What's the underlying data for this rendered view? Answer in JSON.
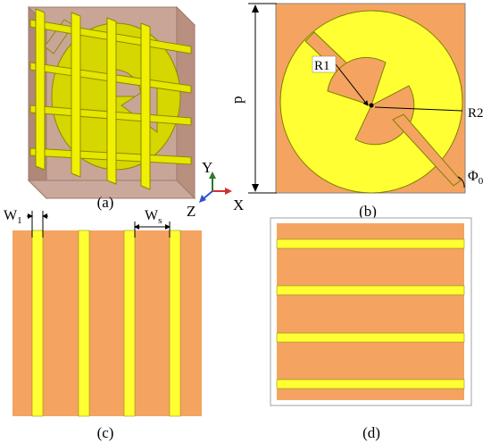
{
  "colors": {
    "substrate": "#F4A460",
    "metal": "#FFFF33",
    "substrate_3d": "#C7A08E",
    "metal_3d": "#D8D800",
    "frame": "#C0C0C0"
  },
  "captions": {
    "a": "(a)",
    "b": "(b)",
    "c": "(c)",
    "d": "(d)"
  },
  "dimensions": {
    "period": "p",
    "inner_radius": "R1",
    "outer_radius": "R2",
    "slit_angle": "Φ",
    "slit_angle_sub": "0",
    "strip_width": "W",
    "strip_width_sub": "1",
    "strip_spacing": "W",
    "strip_spacing_sub": "s"
  },
  "axes": {
    "x": "X",
    "y": "Y",
    "z": "Z"
  }
}
